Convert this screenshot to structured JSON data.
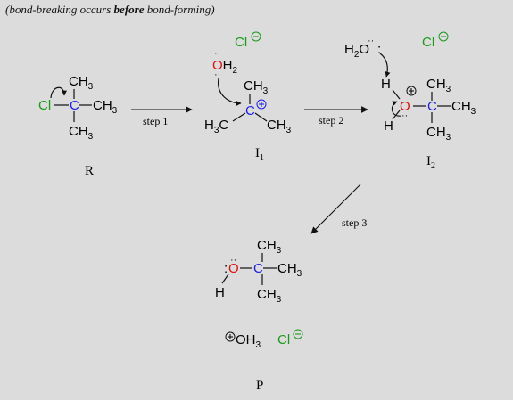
{
  "caption": {
    "before": "(bond-breaking occurs ",
    "emph": "before",
    "after": " bond-forming)"
  },
  "steps": [
    "step 1",
    "step 2",
    "step 3"
  ],
  "labels": {
    "R": "R",
    "I1_main": "I",
    "I1_sub": "1",
    "I2_main": "I",
    "I2_sub": "2",
    "P": "P"
  },
  "atoms": {
    "cl": "Cl",
    "c": "C",
    "ch3": "CH",
    "three": "3",
    "h3c_h": "H",
    "h3c_c": "C",
    "o": "O",
    "h": "H",
    "h2": "H",
    "two": "2",
    "oh3_o": "OH",
    "plus": "+",
    "minus": "−",
    "lone_pair": ":",
    "lone_pair_top": "··"
  },
  "colors": {
    "chlorine": "#1a9a1a",
    "carbon": "#1e1ee6",
    "oxygen": "#e01010",
    "black": "#111111"
  }
}
